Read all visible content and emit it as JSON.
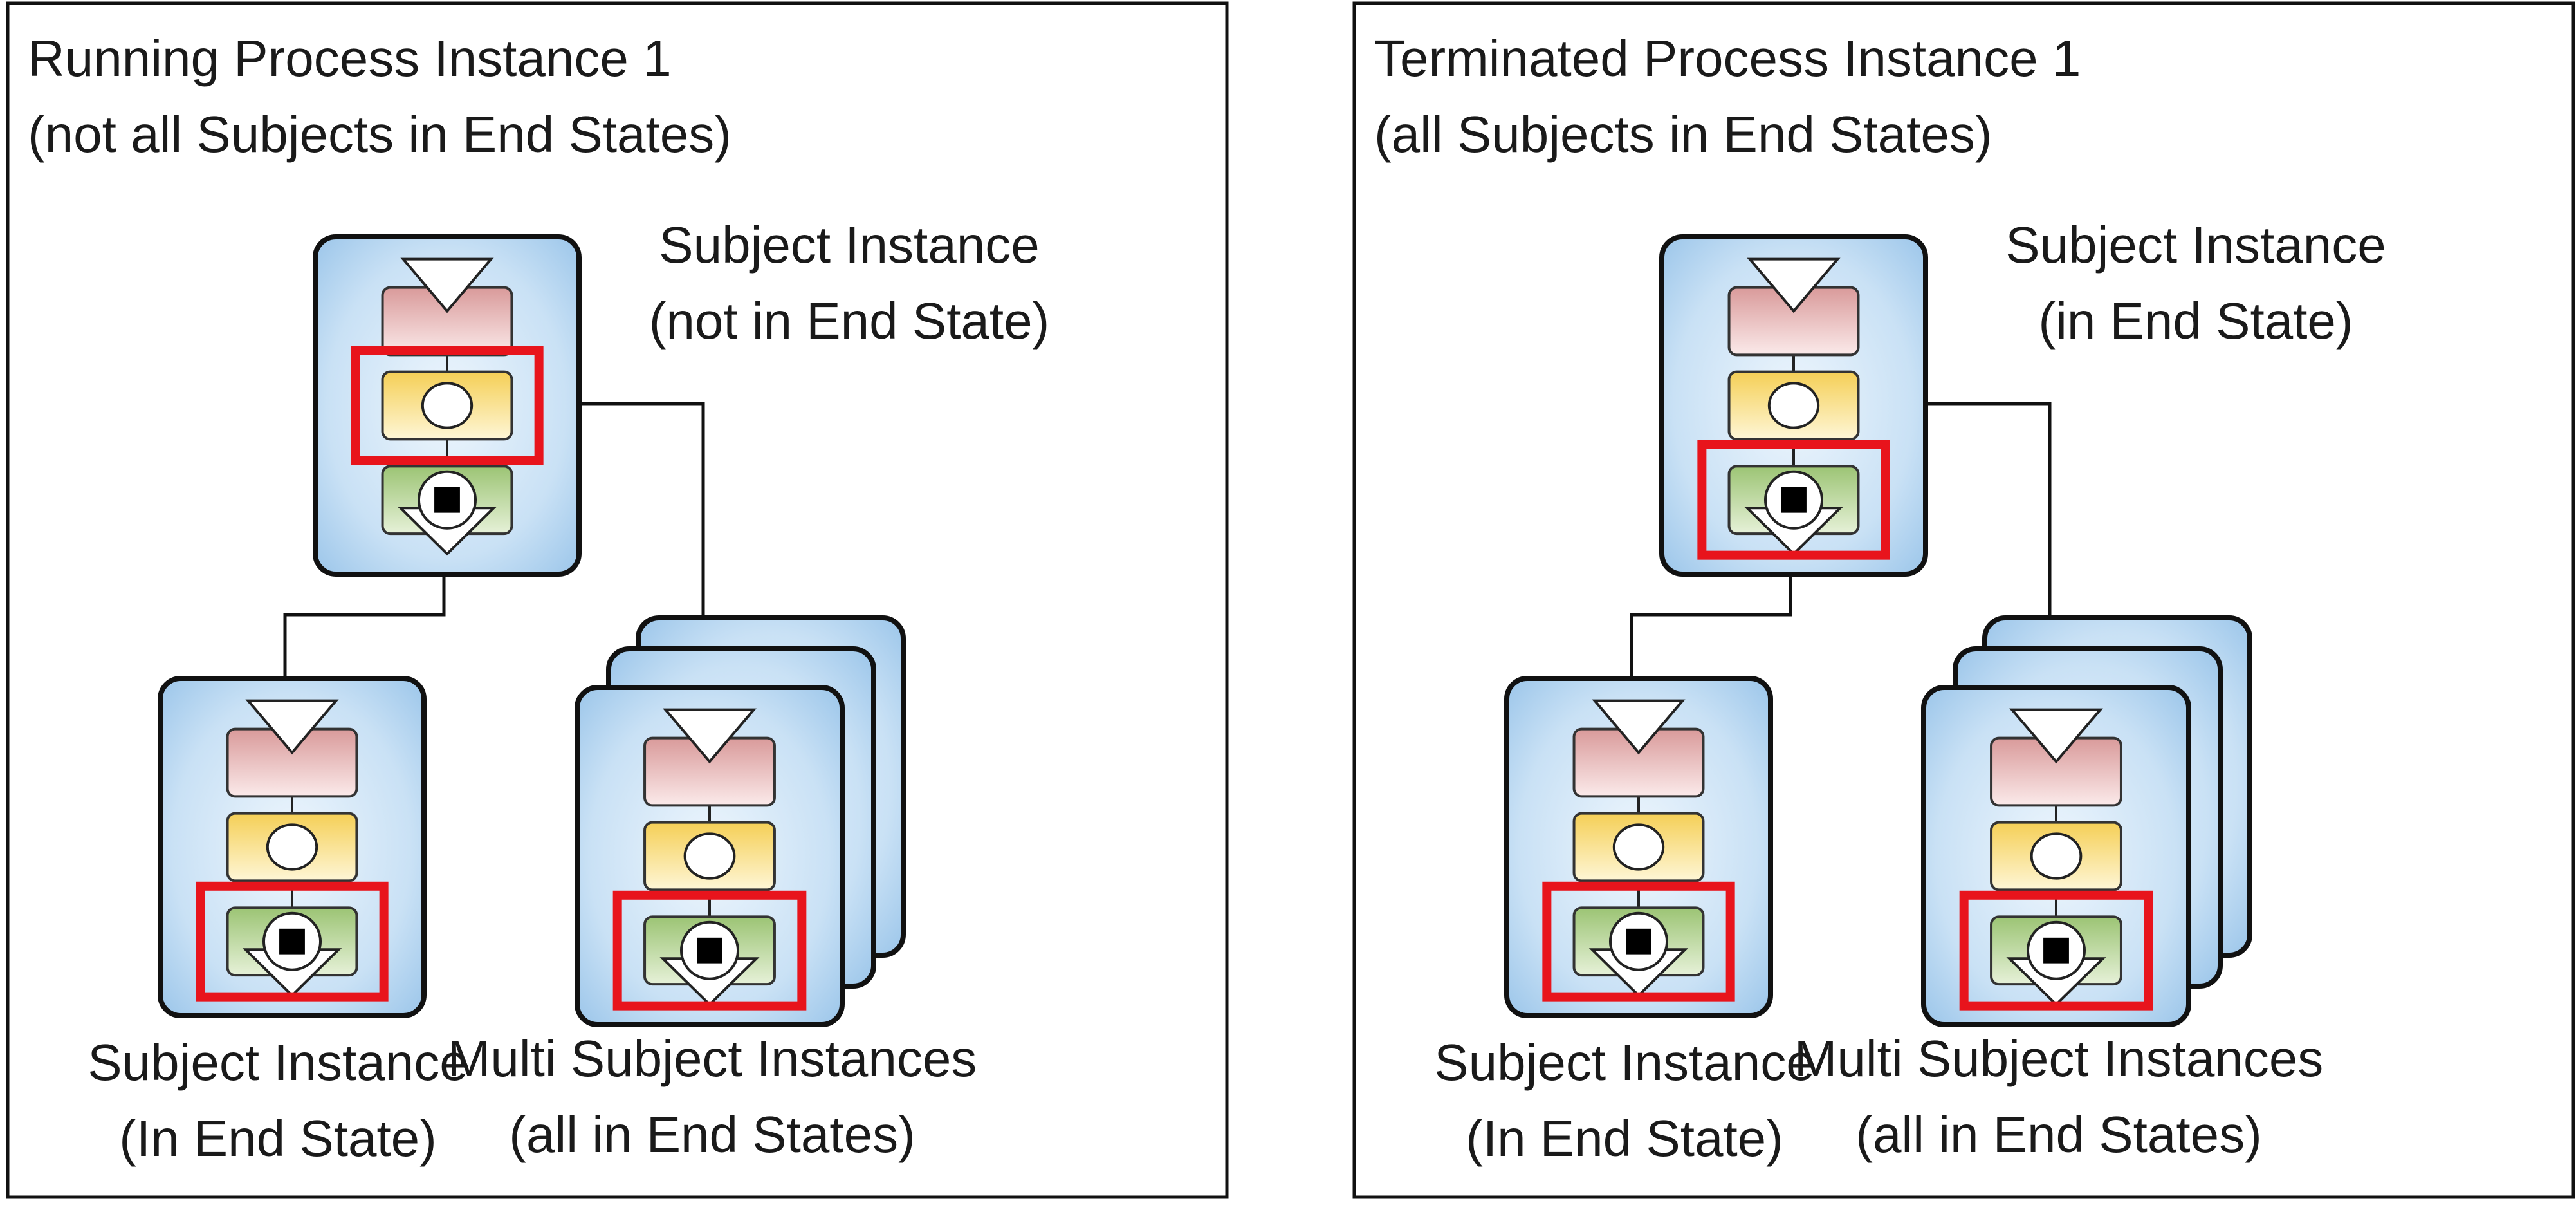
{
  "panels": [
    {
      "title_line1": "Running Process Instance 1",
      "title_line2": "(not all Subjects in End States)",
      "top_subject": {
        "label_line1": "Subject Instance",
        "label_line2": "(not in End State)",
        "highlighted_state": "function"
      },
      "single_subject": {
        "label_line1": "Subject Instance",
        "label_line2": "(In End State)",
        "highlighted_state": "end"
      },
      "multi_subject": {
        "label_line1": "Multi Subject Instances",
        "label_line2": "(all in End States)",
        "highlighted_state": "end"
      }
    },
    {
      "title_line1": "Terminated Process Instance 1",
      "title_line2": "(all Subjects in End States)",
      "top_subject": {
        "label_line1": "Subject Instance",
        "label_line2": "(in End State)",
        "highlighted_state": "end"
      },
      "single_subject": {
        "label_line1": "Subject Instance",
        "label_line2": "(In End State)",
        "highlighted_state": "end"
      },
      "multi_subject": {
        "label_line1": "Multi Subject Instances",
        "label_line2": "(all in End States)",
        "highlighted_state": "end"
      }
    }
  ],
  "colors": {
    "highlight": "#e8141c",
    "card_fill_center": "#eaf4fc",
    "card_fill_edge": "#a6ccec",
    "receive_state": "#e6b8b8",
    "function_state": "#f8de7e",
    "end_state": "#b9d79a"
  }
}
